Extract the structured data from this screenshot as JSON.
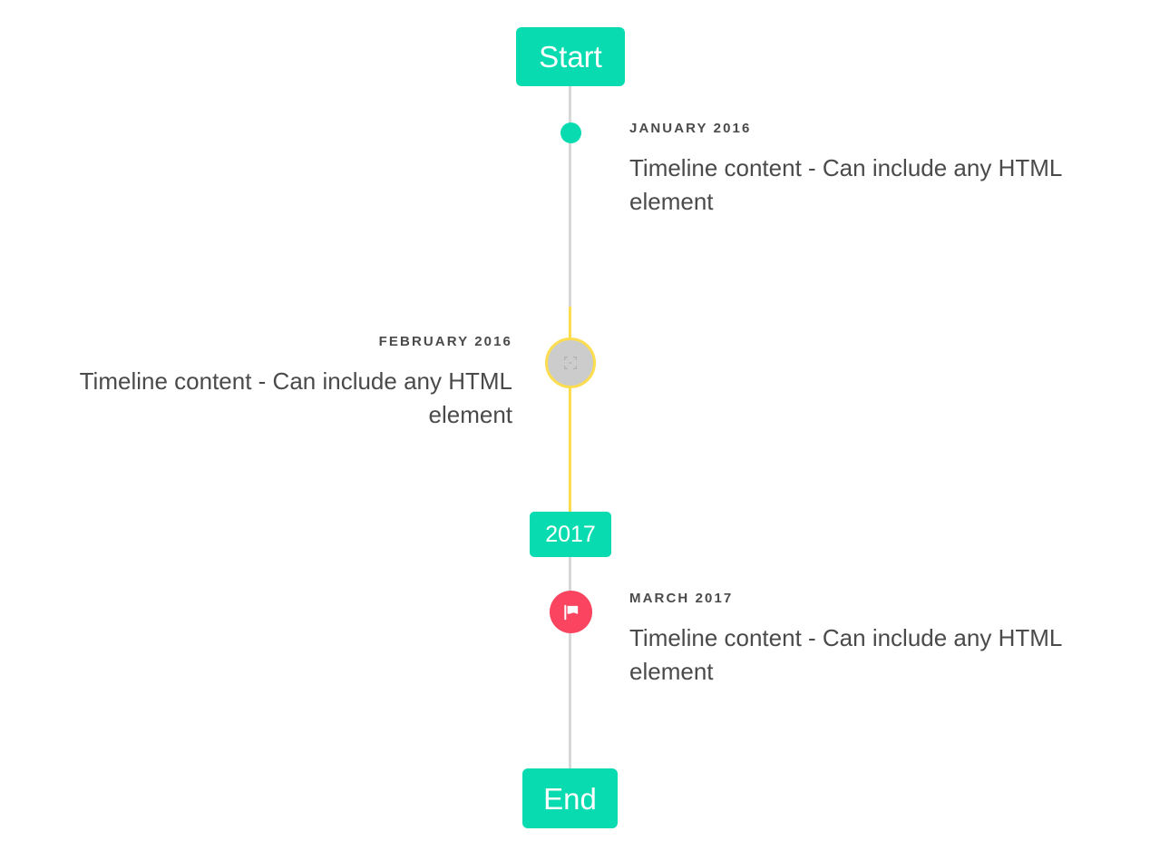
{
  "theme": {
    "accent_teal": "#09dbb0",
    "accent_yellow": "#fbdd4f",
    "accent_pink": "#fa4460",
    "line_gray": "#d8d8d8",
    "text_gray": "#4a4a4a",
    "marker_gray": "#cccccc",
    "background": "#ffffff"
  },
  "timeline": {
    "start_label": "Start",
    "end_label": "End",
    "year_marker_label": "2017",
    "events": [
      {
        "id": "january-2016",
        "date": "JANUARY 2016",
        "content": "Timeline content - Can include any HTML element",
        "side": "right",
        "marker": "dot"
      },
      {
        "id": "february-2016",
        "date": "FEBRUARY 2016",
        "content": "Timeline content - Can include any HTML element",
        "side": "left",
        "marker": "image-ring"
      },
      {
        "id": "march-2017",
        "date": "MARCH 2017",
        "content": "Timeline content - Can include any HTML element",
        "side": "right",
        "marker": "flag"
      }
    ]
  }
}
